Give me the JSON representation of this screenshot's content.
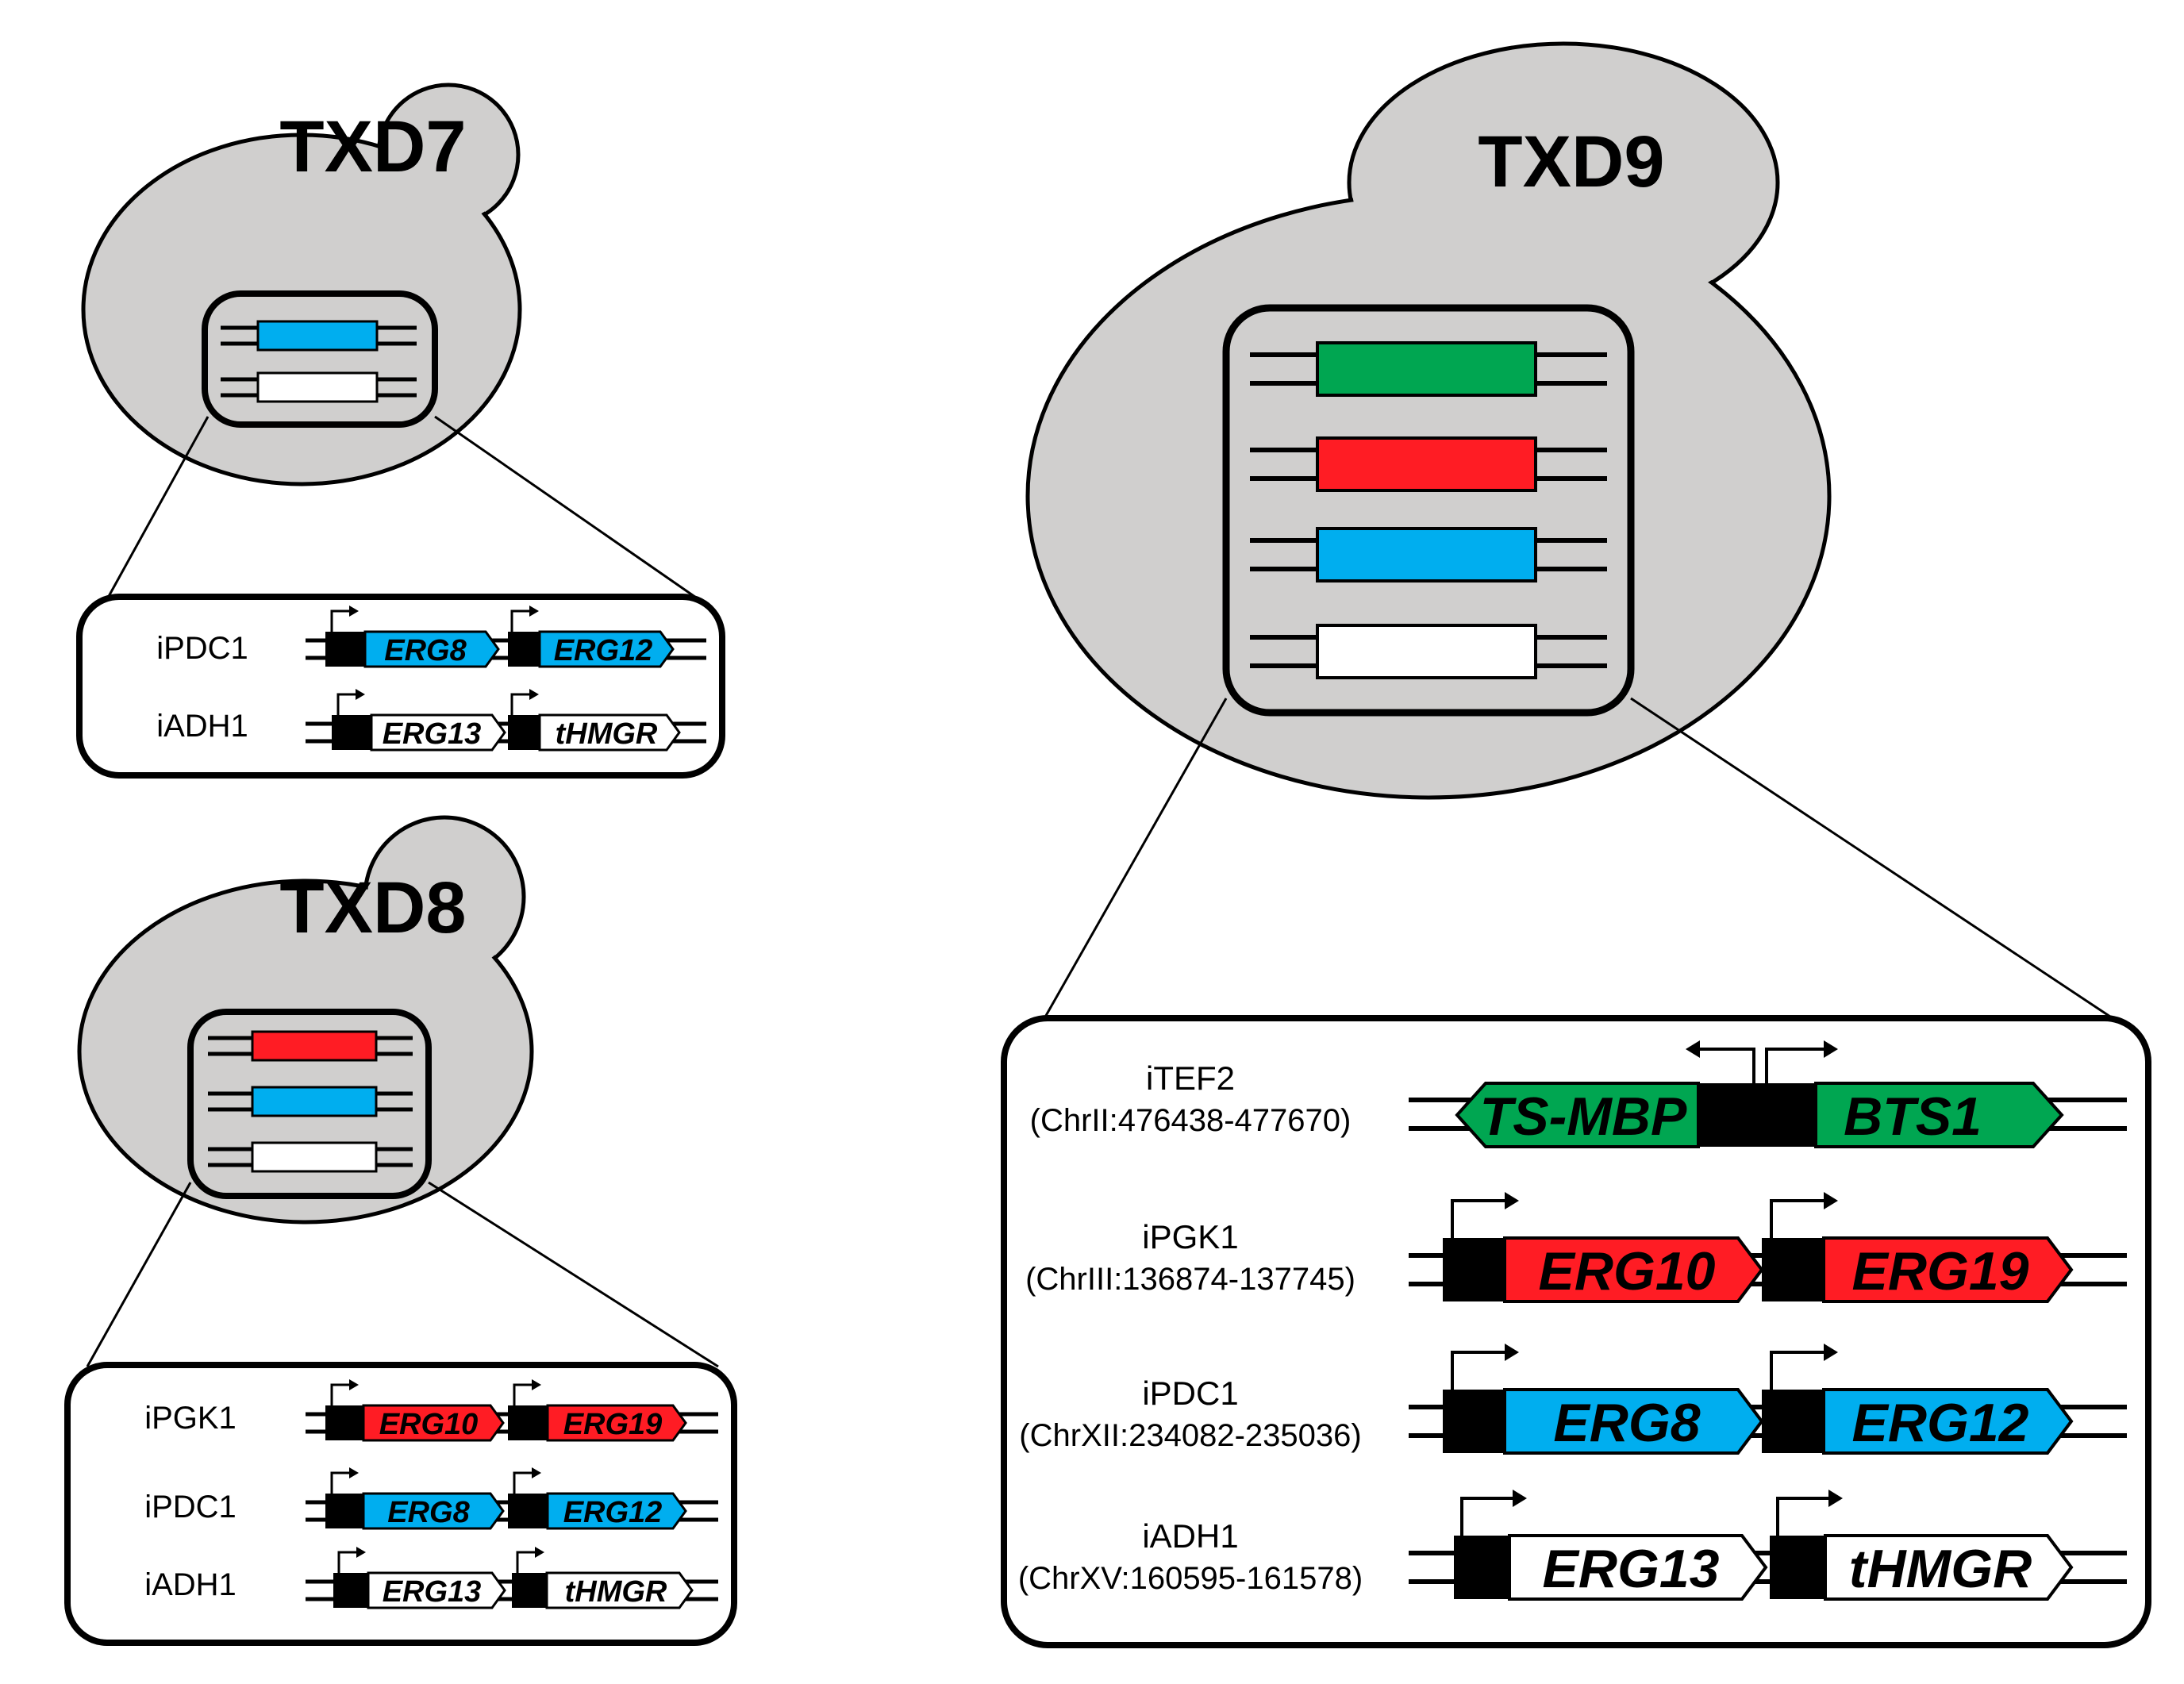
{
  "colors": {
    "cell": "#d0cfce",
    "outline": "#000000",
    "green": "#00a651",
    "red": "#ff1c24",
    "blue": "#00aeef",
    "white": "#ffffff",
    "black": "#000000"
  },
  "strains": [
    {
      "title": "TXD7",
      "chromosome_bars": [
        "blue",
        "white"
      ],
      "loci": [
        {
          "name": "iPDC1",
          "coords": "",
          "genes": [
            {
              "label": "ERG8",
              "color": "blue"
            },
            {
              "label": "ERG12",
              "color": "blue"
            }
          ]
        },
        {
          "name": "iADH1",
          "coords": "",
          "genes": [
            {
              "label": "ERG13",
              "color": "white"
            },
            {
              "label": "tHMGR",
              "color": "white"
            }
          ]
        }
      ]
    },
    {
      "title": "TXD8",
      "chromosome_bars": [
        "red",
        "blue",
        "white"
      ],
      "loci": [
        {
          "name": "iPGK1",
          "coords": "",
          "genes": [
            {
              "label": "ERG10",
              "color": "red"
            },
            {
              "label": "ERG19",
              "color": "red"
            }
          ]
        },
        {
          "name": "iPDC1",
          "coords": "",
          "genes": [
            {
              "label": "ERG8",
              "color": "blue"
            },
            {
              "label": "ERG12",
              "color": "blue"
            }
          ]
        },
        {
          "name": "iADH1",
          "coords": "",
          "genes": [
            {
              "label": "ERG13",
              "color": "white"
            },
            {
              "label": "tHMGR",
              "color": "white"
            }
          ]
        }
      ]
    },
    {
      "title": "TXD9",
      "chromosome_bars": [
        "green",
        "red",
        "blue",
        "white"
      ],
      "loci": [
        {
          "name": "iTEF2",
          "coords": "(ChrII:476438-477670)",
          "bidirectional": true,
          "genes": [
            {
              "label": "TS-MBP",
              "color": "green"
            },
            {
              "label": "BTS1",
              "color": "green"
            }
          ]
        },
        {
          "name": "iPGK1",
          "coords": "(ChrIII:136874-137745)",
          "genes": [
            {
              "label": "ERG10",
              "color": "red"
            },
            {
              "label": "ERG19",
              "color": "red"
            }
          ]
        },
        {
          "name": "iPDC1",
          "coords": "(ChrXII:234082-235036)",
          "genes": [
            {
              "label": "ERG8",
              "color": "blue"
            },
            {
              "label": "ERG12",
              "color": "blue"
            }
          ]
        },
        {
          "name": "iADH1",
          "coords": "(ChrXV:160595-161578)",
          "genes": [
            {
              "label": "ERG13",
              "color": "white"
            },
            {
              "label": "tHMGR",
              "color": "white"
            }
          ]
        }
      ]
    }
  ]
}
